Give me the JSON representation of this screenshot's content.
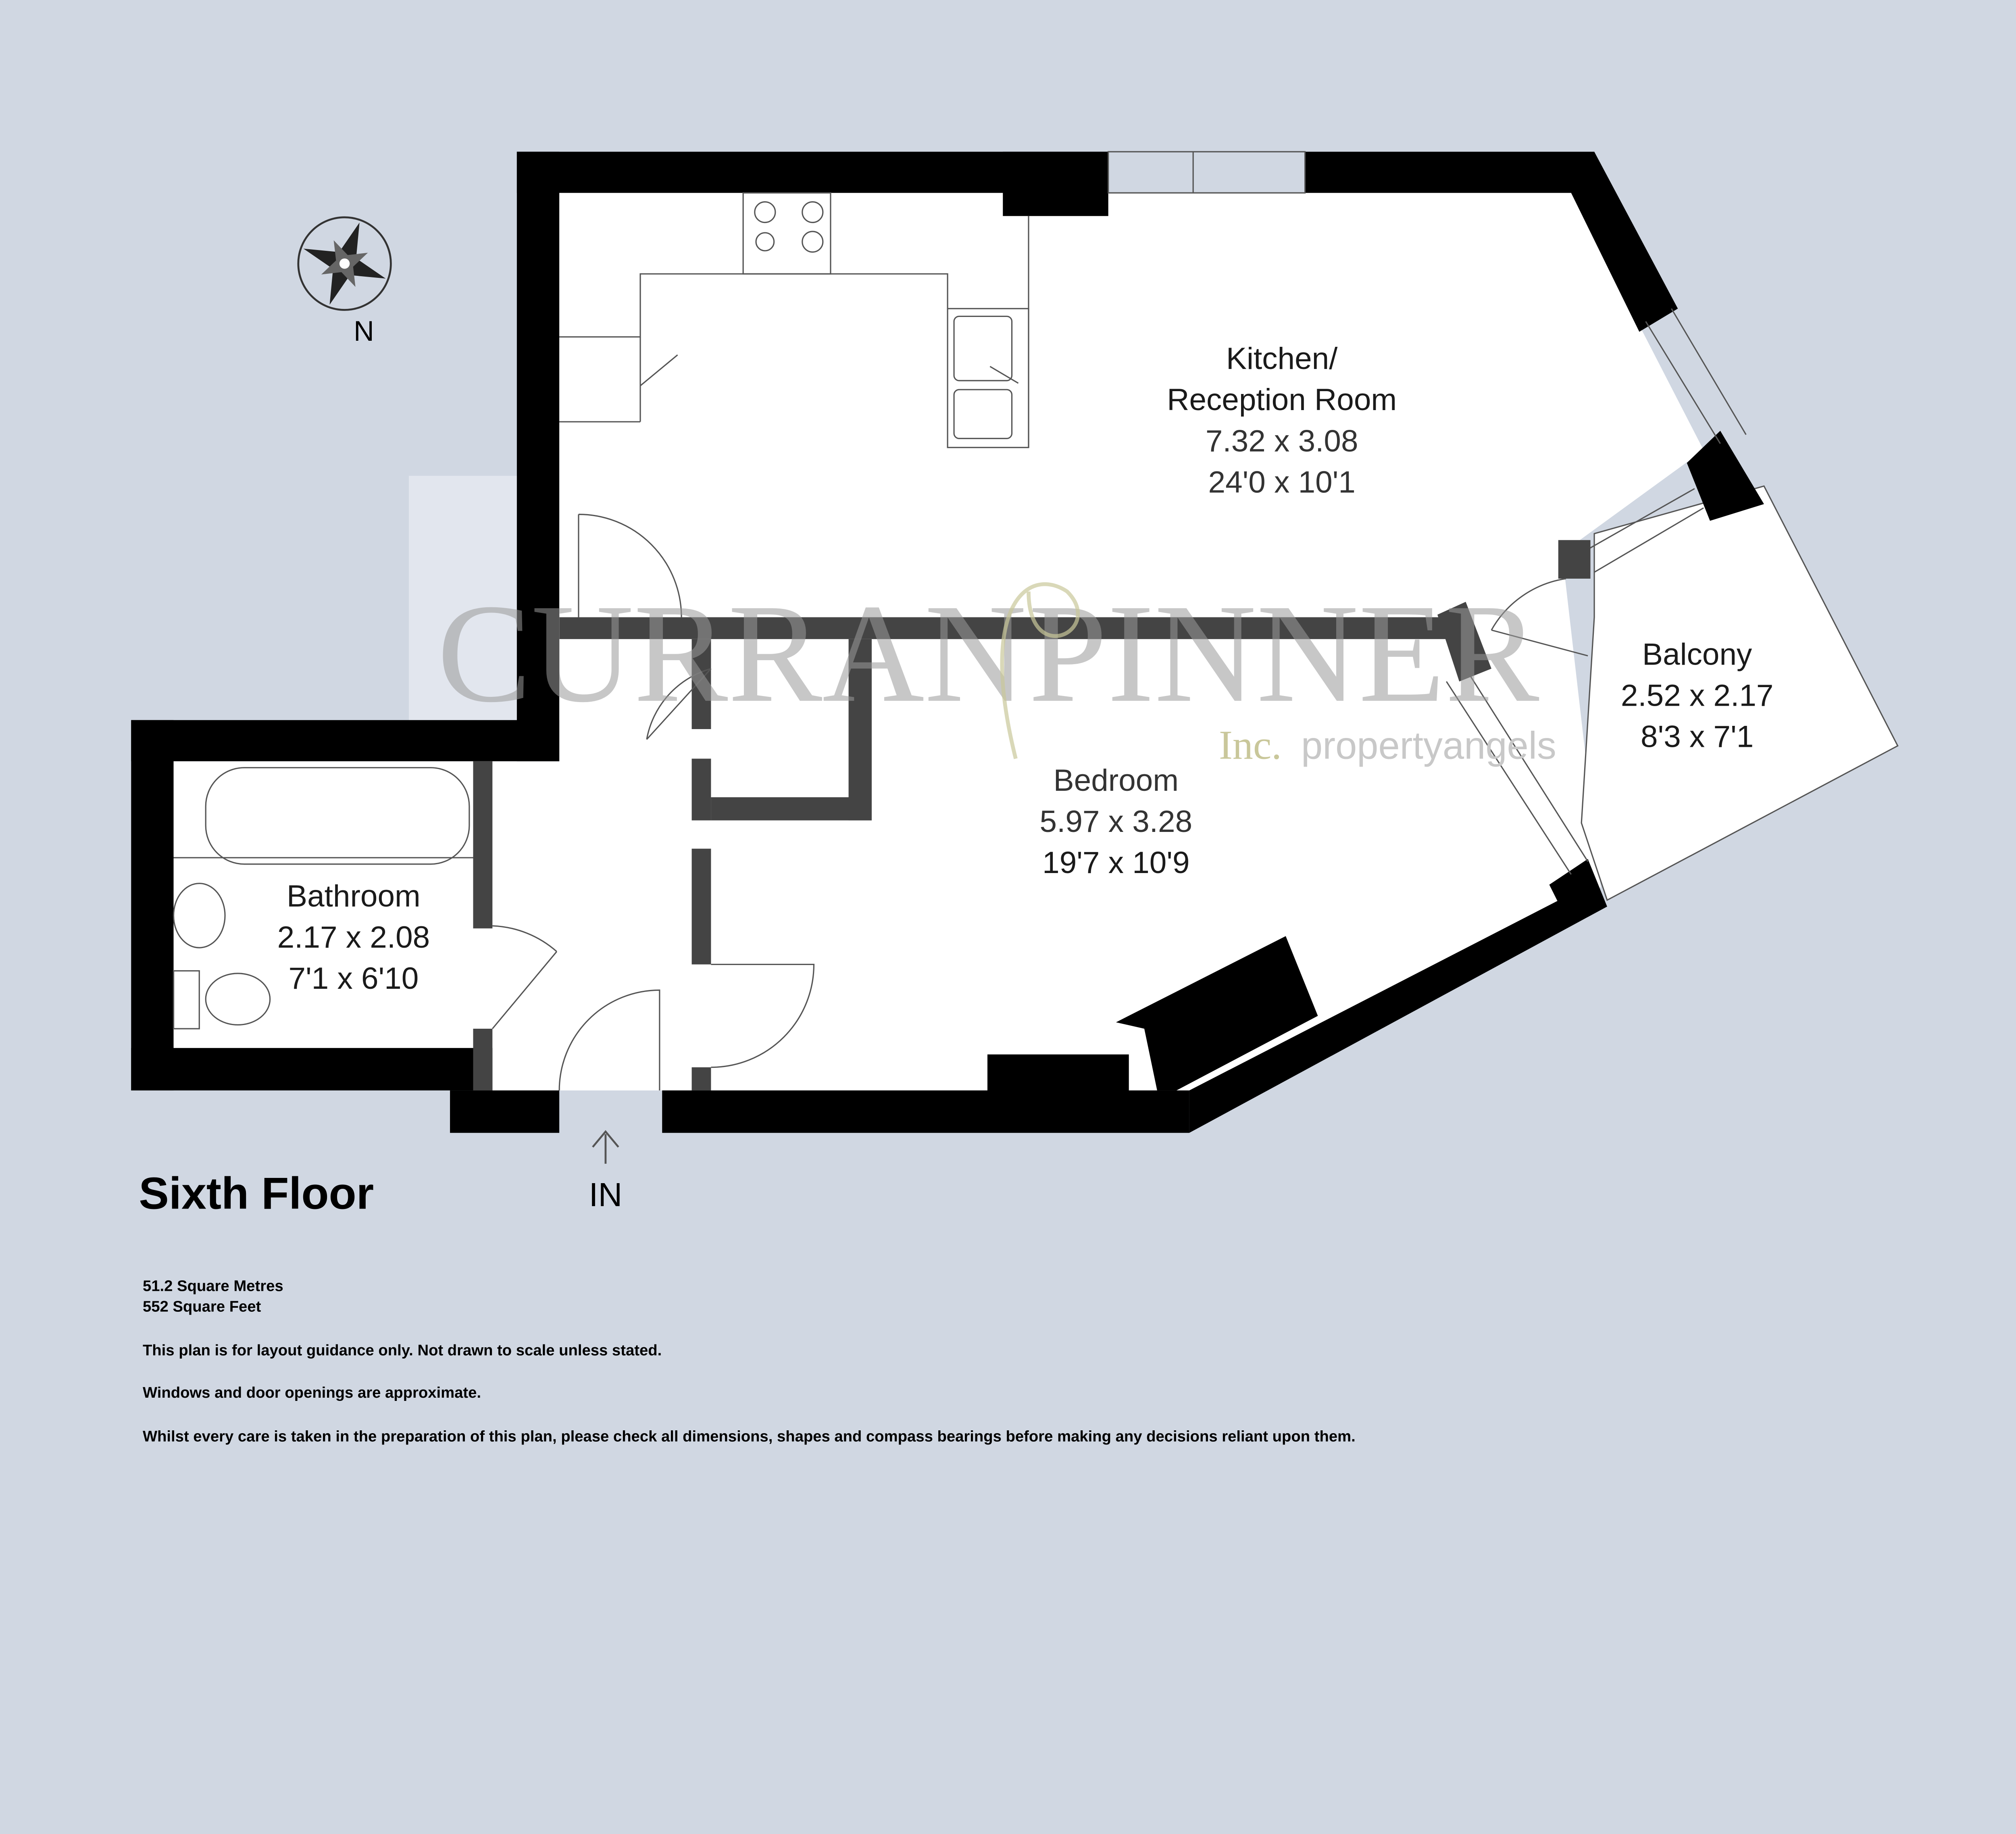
{
  "colors": {
    "background": "#d0d7e2",
    "wall": "#000000",
    "interior_wall": "#444444",
    "floor": "#ffffff",
    "logo_accent": "#c9c79a"
  },
  "floor_title": "Sixth Floor",
  "entrance_label": "IN",
  "compass": {
    "icon": "compass-rose-icon",
    "label": "N"
  },
  "rooms": [
    {
      "name_lines": [
        "Kitchen/",
        "Reception Room"
      ],
      "metric": "7.32 x 3.08",
      "imperial": "24'0 x 10'1"
    },
    {
      "name_lines": [
        "Bedroom"
      ],
      "metric": "5.97 x 3.28",
      "imperial": "19'7 x 10'9"
    },
    {
      "name_lines": [
        "Bathroom"
      ],
      "metric": "2.17 x 2.08",
      "imperial": "7'1 x 6'10"
    },
    {
      "name_lines": [
        "Balcony"
      ],
      "metric": "2.52 x 2.17",
      "imperial": "8'3 x 7'1"
    }
  ],
  "area": {
    "metric": "51.2 Square Metres",
    "imperial": "552 Square Feet"
  },
  "disclaimers": [
    "This plan is for layout guidance only. Not drawn to scale unless stated.",
    "Windows and door openings are approximate.",
    "Whilst every care is taken in the preparation of this plan, please check all dimensions, shapes and compass bearings before making any decisions reliant upon them."
  ],
  "watermark": {
    "left": "CURRAN",
    "right": "PINNER",
    "sub_prefix": "Inc.",
    "sub": "propertyangels"
  }
}
